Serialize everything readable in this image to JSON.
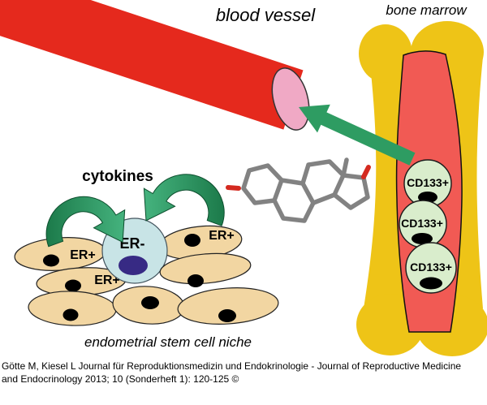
{
  "figure": {
    "labels": {
      "blood_vessel": "blood vessel",
      "bone_marrow": "bone marrow",
      "cytokines": "cytokines",
      "niche": "endometrial stem cell niche"
    },
    "cells": {
      "er_negative_label": "ER-",
      "er_positive_labels": [
        "ER+",
        "ER+",
        "ER+"
      ],
      "cd133_labels": [
        "CD133+",
        "CD133+",
        "CD133+"
      ]
    },
    "citation": {
      "line1": "Götte M, Kiesel L Journal für Reproduktionsmedizin und Endokrinologie - Journal of Reproductive Medicine",
      "line2": "and Endocrinology 2013; 10 (Sonderheft 1): 120-125 ©"
    },
    "colors": {
      "vessel_red": "#e5291d",
      "lumen_pink": "#f0a9c5",
      "bone_yellow": "#eec417",
      "marrow_red": "#f15a54",
      "stem_cell_green": "#d9edcc",
      "stromal_tan": "#f2d6a2",
      "er_negative_blue": "#c8e4e6",
      "nucleus_black": "#000000",
      "nucleus_purple": "#372a84",
      "arrow_green": "#2e9c62",
      "molecule_gray": "#828282",
      "oxygen_red": "#d42a20"
    }
  }
}
